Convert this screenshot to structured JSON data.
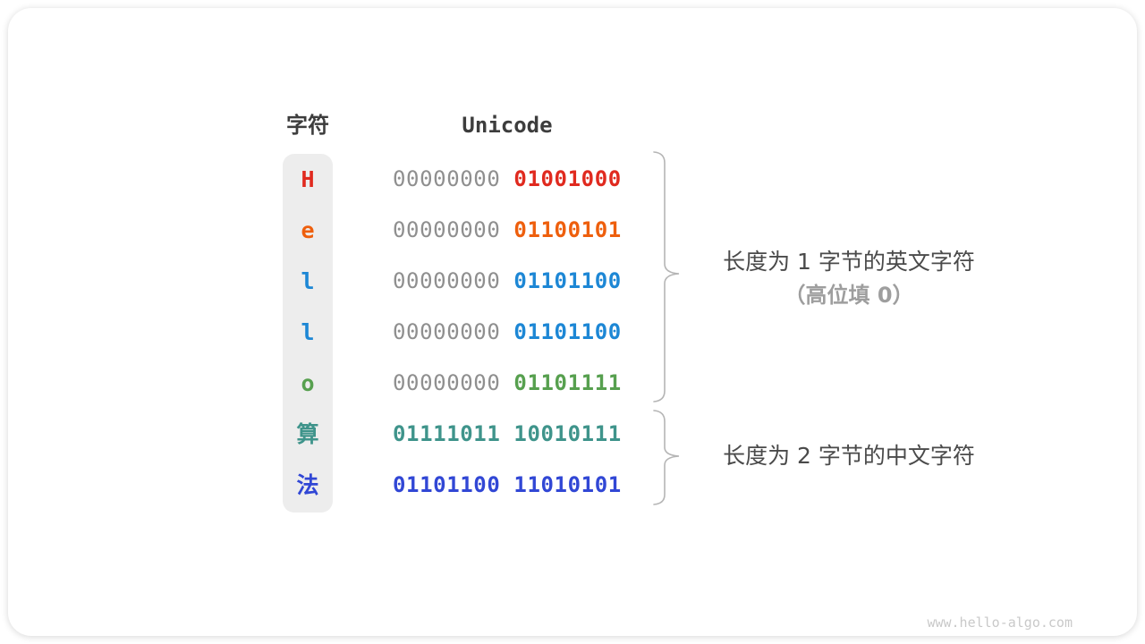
{
  "table": {
    "char_header": "字符",
    "unicode_header": "Unicode",
    "rows": [
      {
        "char": "H",
        "byte1": "00000000",
        "byte2": "01001000",
        "color": "#e02a1f"
      },
      {
        "char": "e",
        "byte1": "00000000",
        "byte2": "01100101",
        "color": "#ee5f0d"
      },
      {
        "char": "l",
        "byte1": "00000000",
        "byte2": "01101100",
        "color": "#1d87d5"
      },
      {
        "char": "l",
        "byte1": "00000000",
        "byte2": "01101100",
        "color": "#1d87d5"
      },
      {
        "char": "o",
        "byte1": "00000000",
        "byte2": "01101111",
        "color": "#57a04f"
      },
      {
        "char": "算",
        "byte1": "01111011",
        "byte2": "10010111",
        "color": "#3f948b"
      },
      {
        "char": "法",
        "byte1": "01101100",
        "byte2": "11010101",
        "color": "#3147d5"
      }
    ]
  },
  "annotations": {
    "english": {
      "line1": "长度为 1 字节的英文字符",
      "line2": "（高位填 0）"
    },
    "chinese": {
      "line1": "长度为 2 字节的中文字符"
    }
  },
  "watermark": "www.hello-algo.com",
  "colors": {
    "header_text": "#3d3d3d",
    "band_bg": "#ededed",
    "gray_byte": "#8f8f8f",
    "annotation_primary": "#4a4a4a",
    "annotation_secondary": "#9e9e9e",
    "brace": "#b5b5b5",
    "watermark": "#c9c9c9"
  }
}
